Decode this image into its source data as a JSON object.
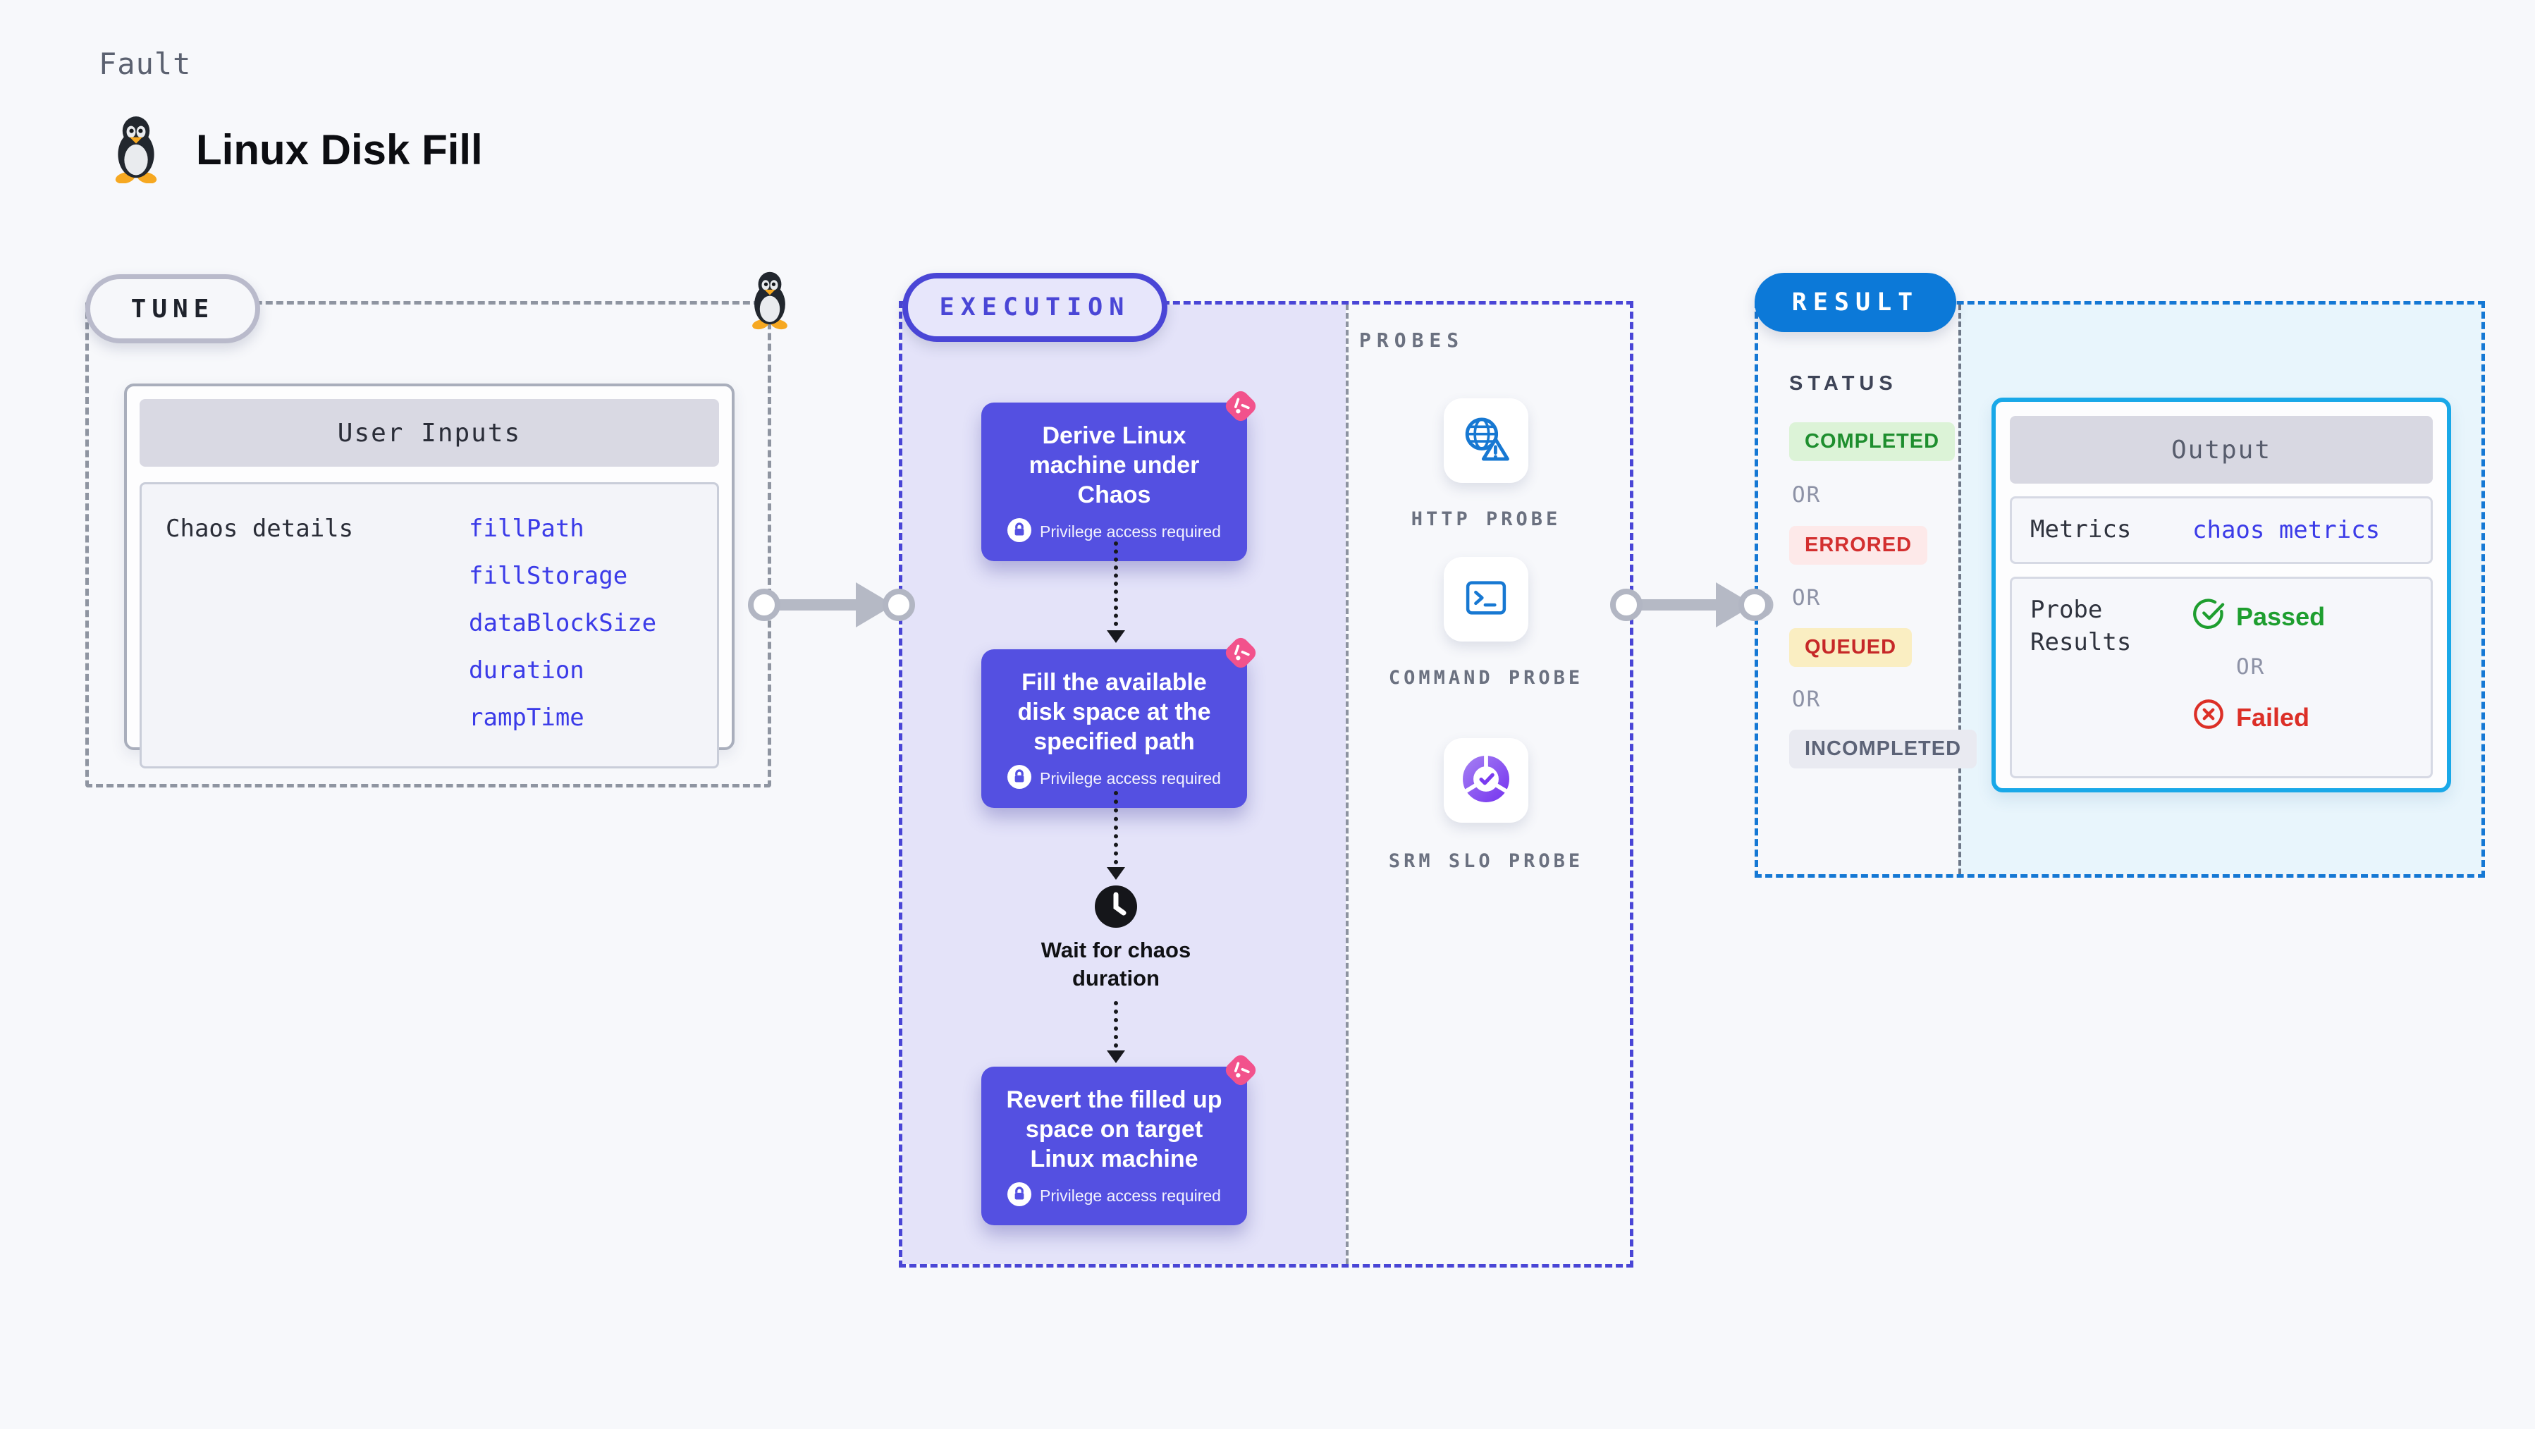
{
  "header": {
    "kicker": "Fault",
    "title": "Linux Disk Fill"
  },
  "tune": {
    "label": "TUNE",
    "card_title": "User Inputs",
    "row_label": "Chaos details",
    "params": [
      "fillPath",
      "fillStorage",
      "dataBlockSize",
      "duration",
      "rampTime"
    ]
  },
  "execution": {
    "label": "EXECUTION",
    "steps": [
      {
        "title": "Derive Linux machine under Chaos",
        "badge": "Privilege access required"
      },
      {
        "title": "Fill the available disk space at the specified path",
        "badge": "Privilege access required"
      },
      {
        "title": "Revert the filled up space on target Linux machine",
        "badge": "Privilege access required"
      }
    ],
    "wait_label": "Wait for chaos duration"
  },
  "probes": {
    "label": "PROBES",
    "items": [
      {
        "name": "HTTP PROBE"
      },
      {
        "name": "COMMAND PROBE"
      },
      {
        "name": "SRM SLO PROBE"
      }
    ]
  },
  "result": {
    "label": "RESULT",
    "status_label": "STATUS",
    "or_label": "OR",
    "statuses": [
      {
        "label": "COMPLETED",
        "fg": "#1e8e2e",
        "bg": "#dcf3d7"
      },
      {
        "label": "ERRORED",
        "fg": "#d32f2f",
        "bg": "#fde9e9"
      },
      {
        "label": "QUEUED",
        "fg": "#c62828",
        "bg": "#faeec2"
      },
      {
        "label": "INCOMPLETED",
        "fg": "#5c6377",
        "bg": "#e9eaf1"
      }
    ],
    "output": {
      "title": "Output",
      "metrics_label": "Metrics",
      "metrics_value": "chaos metrics",
      "probe_results_label": "Probe Results",
      "passed": "Passed",
      "or_label": "OR",
      "failed": "Failed"
    }
  },
  "colors": {
    "page_bg": "#f7f8fb",
    "indigo_accent": "#4a46d6",
    "execution_fill": "#e4e3f9",
    "step_card": "#5450e1",
    "chaos_pink": "#f2528c",
    "result_blue": "#0c79d8",
    "result_fill": "#e8f5fc",
    "output_border": "#19a8e8",
    "link_blue": "#3b3be8",
    "probe_icon_blue": "#1778d2",
    "srm_purple": "#7a3bf0",
    "passed_green": "#1e9e2f",
    "failed_red": "#dc2f27",
    "arrow_gray": "#b5b9c5"
  }
}
